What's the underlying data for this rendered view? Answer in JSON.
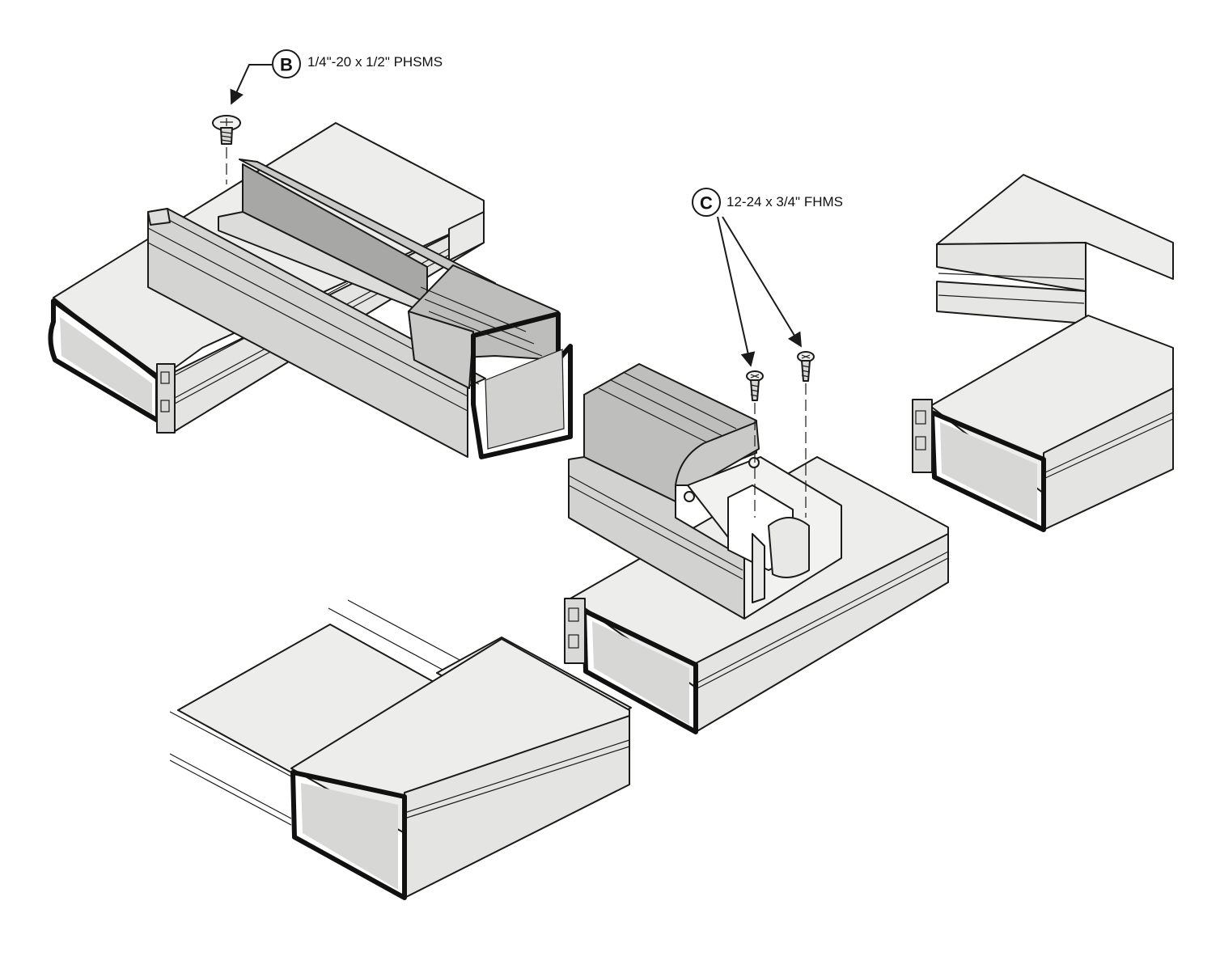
{
  "callouts": [
    {
      "letter": "B",
      "label": "1/4\"-20 x 1/2\" PHSMS"
    },
    {
      "letter": "C",
      "label": "12-24 x 3/4\" FHMS"
    }
  ],
  "colors": {
    "light_face": "#ececea",
    "mid_face": "#cfcfcd",
    "dark_face": "#a9a9a7",
    "interior": "#e3e3e1",
    "outline": "#1a1a1a"
  }
}
